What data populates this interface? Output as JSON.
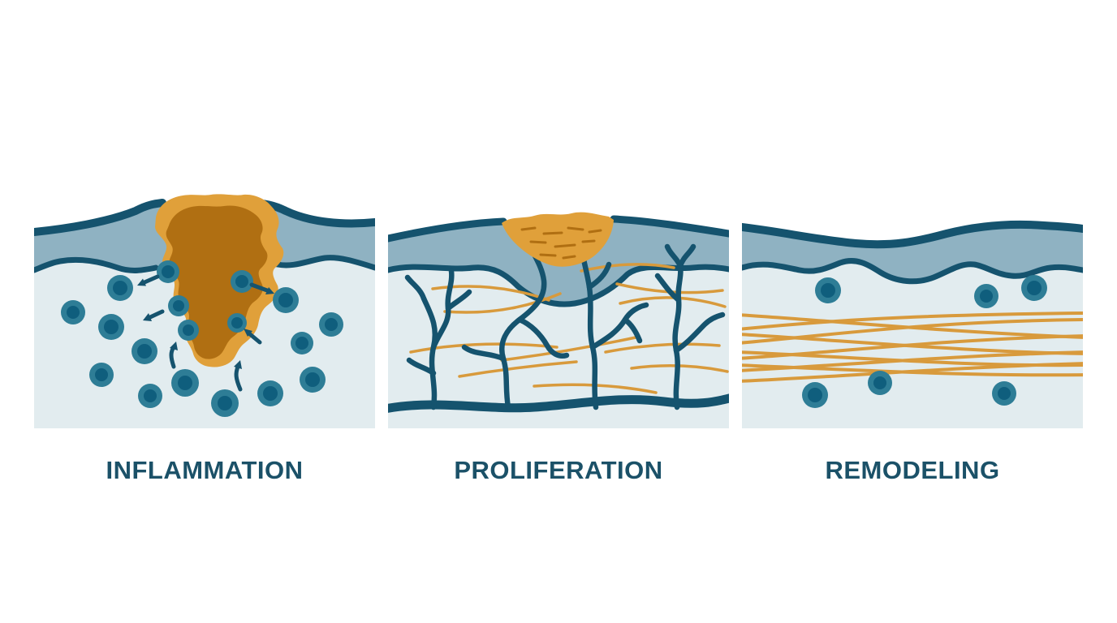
{
  "diagram": {
    "type": "wound-healing-stages-illustration",
    "stages": [
      {
        "label": "INFLAMMATION",
        "illustration": "wound-clot-with-immune-cells-and-migration-arrows",
        "elements": [
          "skin-layers",
          "wound-clot",
          "immune-cells",
          "migration-arrows"
        ]
      },
      {
        "label": "PROLIFERATION",
        "illustration": "scab-with-branching-blood-vessels-and-collagen-fibers",
        "elements": [
          "skin-layers",
          "scab",
          "blood-vessels",
          "collagen-fibers"
        ]
      },
      {
        "label": "REMODELING",
        "illustration": "healed-skin-with-aligned-collagen-fibers-and-cells",
        "elements": [
          "skin-layers",
          "collagen-fibers",
          "cells"
        ]
      }
    ],
    "colors": {
      "background": "#ffffff",
      "outline_teal": "#15536e",
      "epidermis_blue": "#8fb2c2",
      "dermis_pale": "#e2ecef",
      "cell_outer": "#2e7d96",
      "cell_inner": "#0f5e7d",
      "clot_outer": "#e0a03a",
      "clot_inner": "#b06f12",
      "fiber_orange": "#d89a3c",
      "label_text": "#1b5168"
    }
  }
}
